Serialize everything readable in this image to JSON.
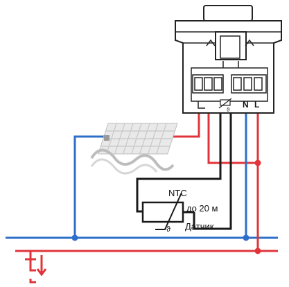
{
  "thermostat": {
    "terminal_n_label": "N",
    "terminal_l_label": "L",
    "sensor_symbol": "ϑ"
  },
  "sensor": {
    "type_label": "NTC",
    "distance_label": "до 20 м",
    "name_label": "Датчик",
    "symbol": "ϑ"
  },
  "colors": {
    "live_wire": "#e0343a",
    "neutral_wire": "#2e6fc9",
    "sensor_wire": "#1a1a1a",
    "device_outline": "#222222",
    "heating_mat": "#c9c9c9"
  },
  "icons": {
    "thermostat": "thermostat-device-icon",
    "heating_mat": "heating-mat-icon",
    "ntc_sensor": "ntc-thermistor-icon",
    "ground": "ground-icon"
  }
}
